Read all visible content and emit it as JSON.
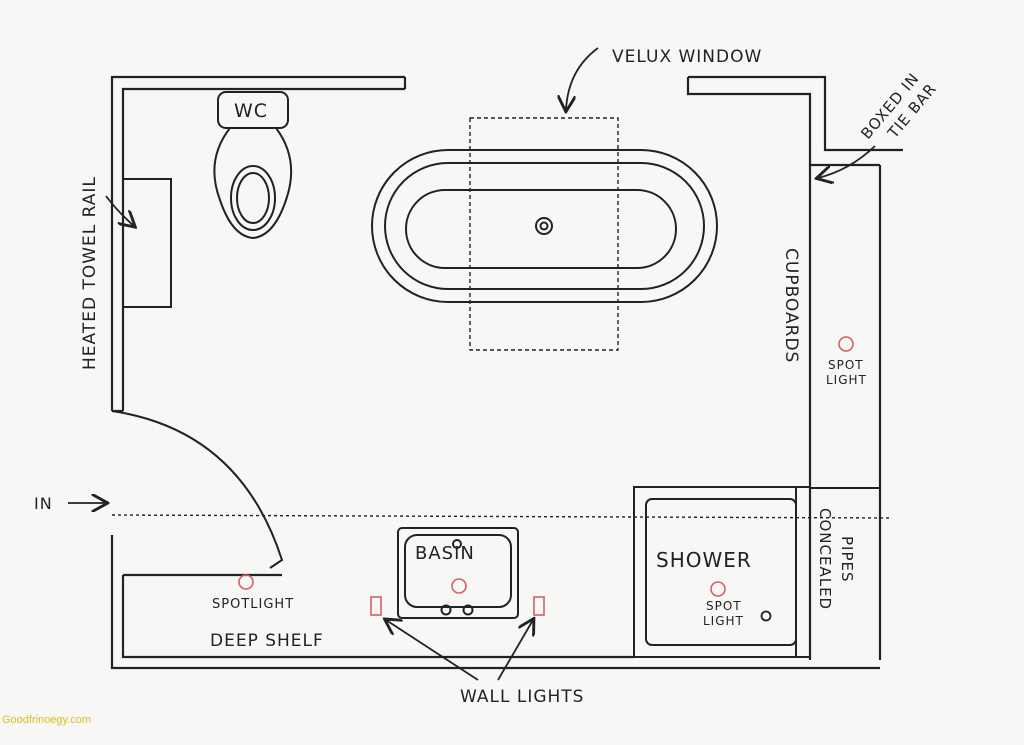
{
  "labels": {
    "velux_window": "VELUX WINDOW",
    "boxed_in_tie_bar_1": "BOXED IN",
    "boxed_in_tie_bar_2": "TIE BAR",
    "wc": "WC",
    "heated_towel_rail": "HEATED TOWEL RAIL",
    "cupboards": "CUPBOARDS",
    "spot_light_right_1": "SPOT",
    "spot_light_right_2": "LIGHT",
    "in": "IN",
    "basin": "BASIN",
    "shower": "SHOWER",
    "spot_light_shower_1": "SPOT",
    "spot_light_shower_2": "LIGHT",
    "concealed_pipes_1": "CONCEALED",
    "concealed_pipes_2": "PIPES",
    "spot_light_left": "SPOTLIGHT",
    "deep_shelf": "DEEP SHELF",
    "wall_lights": "WALL LIGHTS"
  },
  "watermark": "Goodfrinoegy.com",
  "colors": {
    "ink": "#222222",
    "fixture_red": "#d46060",
    "watermark": "#d8c020",
    "paper": "#f7f7f5"
  }
}
